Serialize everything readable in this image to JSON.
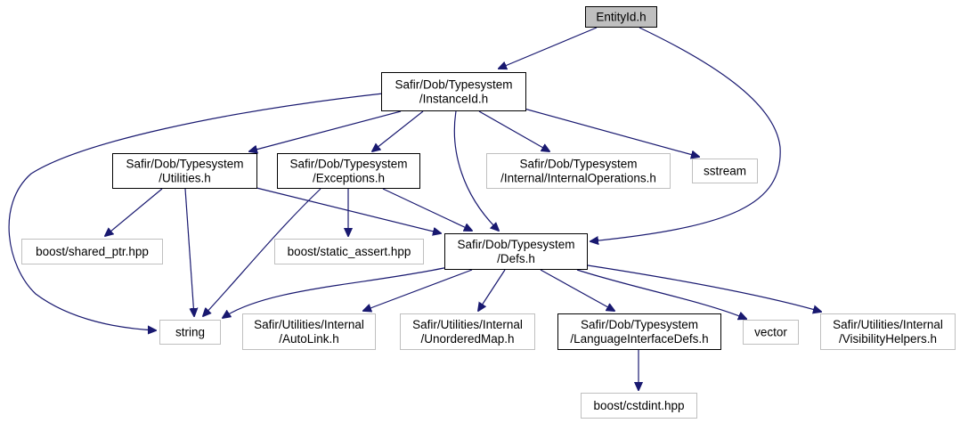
{
  "diagram": {
    "colors": {
      "edge": "#191970",
      "box_border_solid": "#000000",
      "box_border_external": "#bfbfbf",
      "root_fill": "#bfbfbf",
      "default_fill": "#ffffff"
    },
    "nodes": [
      {
        "id": "entityid",
        "lines": [
          "EntityId.h"
        ],
        "kind": "root"
      },
      {
        "id": "instanceid",
        "lines": [
          "Safir/Dob/Typesystem",
          "/InstanceId.h"
        ],
        "kind": "documented"
      },
      {
        "id": "utilities",
        "lines": [
          "Safir/Dob/Typesystem",
          "/Utilities.h"
        ],
        "kind": "documented"
      },
      {
        "id": "exceptions",
        "lines": [
          "Safir/Dob/Typesystem",
          "/Exceptions.h"
        ],
        "kind": "documented"
      },
      {
        "id": "internalops",
        "lines": [
          "Safir/Dob/Typesystem",
          "/Internal/InternalOperations.h"
        ],
        "kind": "external"
      },
      {
        "id": "sstream",
        "lines": [
          "sstream"
        ],
        "kind": "external"
      },
      {
        "id": "sharedptr",
        "lines": [
          "boost/shared_ptr.hpp"
        ],
        "kind": "external"
      },
      {
        "id": "staticassert",
        "lines": [
          "boost/static_assert.hpp"
        ],
        "kind": "external"
      },
      {
        "id": "defs",
        "lines": [
          "Safir/Dob/Typesystem",
          "/Defs.h"
        ],
        "kind": "documented"
      },
      {
        "id": "string",
        "lines": [
          "string"
        ],
        "kind": "external"
      },
      {
        "id": "autolink",
        "lines": [
          "Safir/Utilities/Internal",
          "/AutoLink.h"
        ],
        "kind": "external"
      },
      {
        "id": "unorderedmap",
        "lines": [
          "Safir/Utilities/Internal",
          "/UnorderedMap.h"
        ],
        "kind": "external"
      },
      {
        "id": "langif",
        "lines": [
          "Safir/Dob/Typesystem",
          "/LanguageInterfaceDefs.h"
        ],
        "kind": "documented"
      },
      {
        "id": "vector",
        "lines": [
          "vector"
        ],
        "kind": "external"
      },
      {
        "id": "visibility",
        "lines": [
          "Safir/Utilities/Internal",
          "/VisibilityHelpers.h"
        ],
        "kind": "external"
      },
      {
        "id": "cstdint",
        "lines": [
          "boost/cstdint.hpp"
        ],
        "kind": "external"
      }
    ],
    "edges": [
      {
        "from": "entityid",
        "to": "instanceid"
      },
      {
        "from": "entityid",
        "to": "defs"
      },
      {
        "from": "instanceid",
        "to": "string"
      },
      {
        "from": "instanceid",
        "to": "utilities"
      },
      {
        "from": "instanceid",
        "to": "exceptions"
      },
      {
        "from": "instanceid",
        "to": "defs"
      },
      {
        "from": "instanceid",
        "to": "internalops"
      },
      {
        "from": "instanceid",
        "to": "sstream"
      },
      {
        "from": "utilities",
        "to": "sharedptr"
      },
      {
        "from": "utilities",
        "to": "string"
      },
      {
        "from": "utilities",
        "to": "defs"
      },
      {
        "from": "exceptions",
        "to": "string"
      },
      {
        "from": "exceptions",
        "to": "staticassert"
      },
      {
        "from": "exceptions",
        "to": "defs"
      },
      {
        "from": "defs",
        "to": "string"
      },
      {
        "from": "defs",
        "to": "autolink"
      },
      {
        "from": "defs",
        "to": "unorderedmap"
      },
      {
        "from": "defs",
        "to": "langif"
      },
      {
        "from": "defs",
        "to": "vector"
      },
      {
        "from": "defs",
        "to": "visibility"
      },
      {
        "from": "langif",
        "to": "cstdint"
      }
    ]
  }
}
